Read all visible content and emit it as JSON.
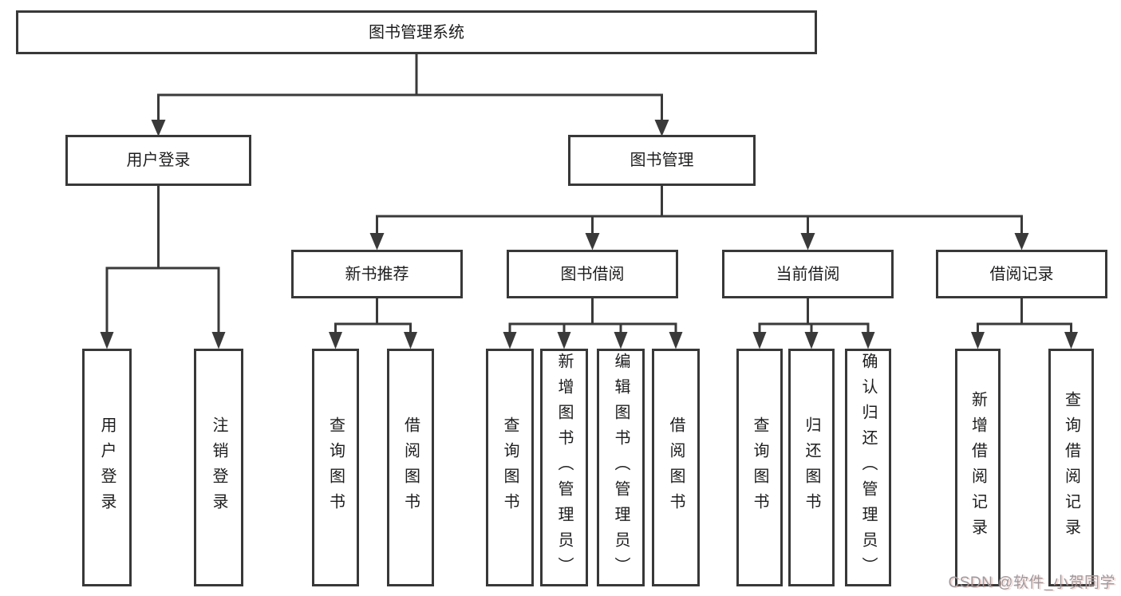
{
  "colors": {
    "line": "#3a3a3a",
    "box_border": "#383838",
    "text": "#1d1d1f",
    "background": "#ffffff",
    "watermark": "#9b9ba0"
  },
  "tree": {
    "root": {
      "label": "图书管理系统"
    },
    "children": [
      {
        "label": "用户登录",
        "children": [
          {
            "label": "用户登录"
          },
          {
            "label": "注销登录"
          }
        ]
      },
      {
        "label": "图书管理",
        "children": [
          {
            "label": "新书推荐",
            "children": [
              {
                "label": "查询图书"
              },
              {
                "label": "借阅图书"
              }
            ]
          },
          {
            "label": "图书借阅",
            "children": [
              {
                "label": "查询图书"
              },
              {
                "label": "新增图书（管理员）"
              },
              {
                "label": "编辑图书（管理员）"
              },
              {
                "label": "借阅图书"
              }
            ]
          },
          {
            "label": "当前借阅",
            "children": [
              {
                "label": "查询图书"
              },
              {
                "label": "归还图书"
              },
              {
                "label": "确认归还（管理员）"
              }
            ]
          },
          {
            "label": "借阅记录",
            "children": [
              {
                "label": "新增借阅记录"
              },
              {
                "label": "查询借阅记录"
              }
            ]
          }
        ]
      }
    ]
  },
  "watermark": "CSDN @软件_小贺同学"
}
